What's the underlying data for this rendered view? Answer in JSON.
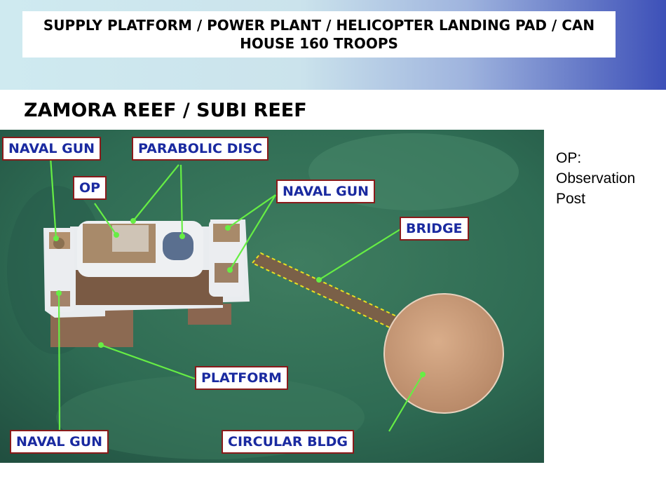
{
  "header": {
    "text": "SUPPLY PLATFORM / POWER PLANT / HELICOPTER LANDING PAD / CAN HOUSE 160 TROOPS"
  },
  "title": "ZAMORA REEF / SUBI REEF",
  "callouts": {
    "naval_gun_top_left": "NAVAL GUN",
    "parabolic_disc": "PARABOLIC DISC",
    "op": "OP",
    "naval_gun_right": "NAVAL GUN",
    "bridge": "BRIDGE",
    "platform": "PLATFORM",
    "naval_gun_bottom_left": "NAVAL GUN",
    "circular_bldg": "CIRCULAR BLDG"
  },
  "note": {
    "line1": "OP:",
    "line2": "Observation",
    "line3": "Post"
  },
  "colors": {
    "callout_text": "#1a2aa0",
    "callout_border": "#8a1a1a",
    "leader_line": "#66ee44",
    "bridge_outline": "#e8e020",
    "water": "#2e6b53"
  }
}
